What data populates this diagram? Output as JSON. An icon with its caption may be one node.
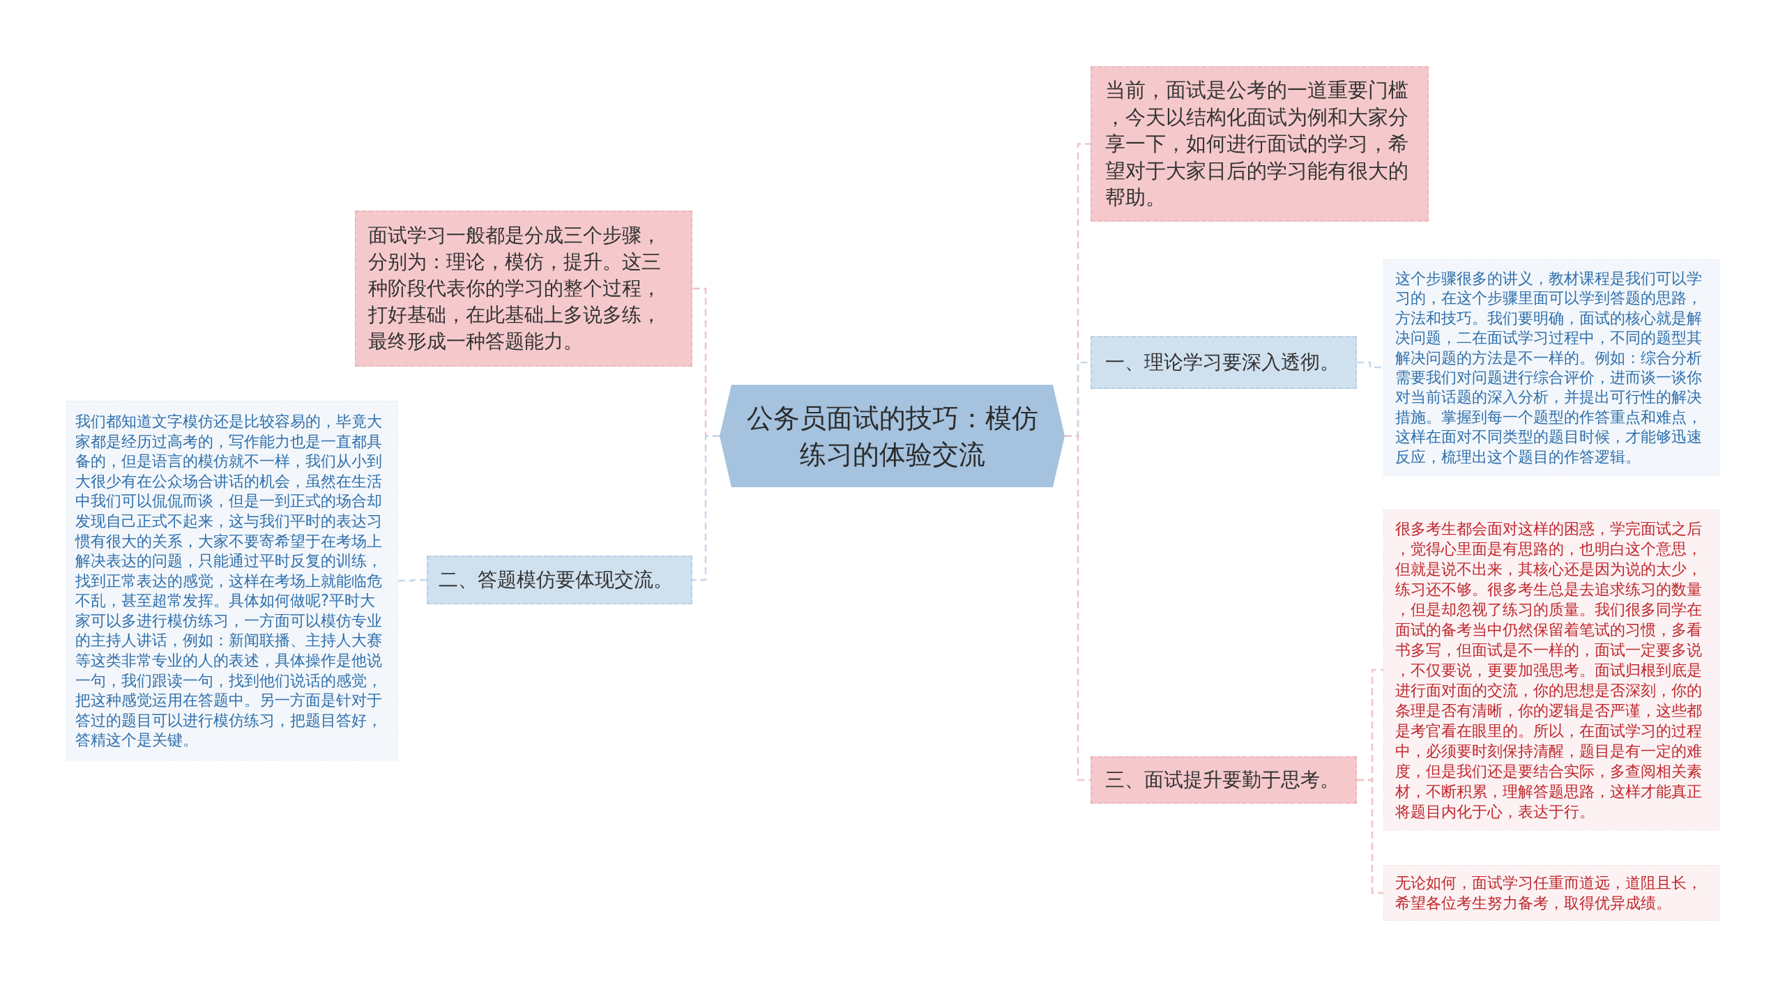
{
  "diagram": {
    "nodes": [
      {
        "text": [
          "公务员面试的技巧：模仿练习的体验交流"
        ]
      },
      {
        "text": [
          "面试学习一般都是分成三个步骤，分别为：理论，模仿，提升。这三种阶段代表你的学习的整个过程，打好基础，在此基础上多说多练，最终形成一种答题能力。"
        ]
      },
      {
        "text": [
          "二、答题模仿要体现交流。"
        ]
      },
      {
        "text": [
          "我们都知道文字模仿还是比较容易的，毕竟大家都是经历过高考的，写作能力也是一直都具备的，但是语言的模仿就不一样，我们从小到大很少有在公众场合讲话的机会，虽然在生活中我们可以侃侃而谈，但是一到正式的场合却发现自己正式不起来，这与我们平时的表达习惯有很大的关系，大家不要寄希望于在考场上解决表达的问题，只能通过平时反复的训练，找到正常表达的感觉，这样在考场上就能临危不乱，甚至超常发挥。具体如何做呢?平时大家可以多进行模仿练习，一方面可以模仿专业的主持人讲话，例如：新闻联播、主持人大赛等这类非常专业的人的表述，具体操作是他说一句，我们跟读一句，找到他们说话的感觉，把这种感觉运用在答题中。另一方面是针对于答过的题目可以进行模仿练习，把题目答好，答精这个是关键。"
        ]
      },
      {
        "text": [
          "当前，面试是公考的一道重要门槛，今天以结构化面试为例和大家分享一下，如何进行面试的学习，希望对于大家日后的学习能有很大的帮助。"
        ]
      },
      {
        "text": [
          "一、理论学习要深入透彻。"
        ]
      },
      {
        "text": [
          "这个步骤很多的讲义，教材课程是我们可以学习的，在这个步骤里面可以学到答题的思路，方法和技巧。我们要明确，面试的核心就是解决问题，二在面试学习过程中，不同的题型其解决问题的方法是不一样的。例如：综合分析需要我们对问题进行综合评价，进而谈一谈你对当前话题的深入分析，并提出可行性的解决措施。掌握到每一个题型的作答重点和难点，这样在面对不同类型的题目时候，才能够迅速反应，梳理出这个题目的作答逻辑。"
        ]
      },
      {
        "text": [
          "三、面试提升要勤于思考。"
        ]
      },
      {
        "text": [
          "很多考生都会面对这样的困惑，学完面试之后，觉得心里面是有思路的，也明白这个意思，但就是说不出来，其核心还是因为说的太少，练习还不够。很多考生总是去追求练习的数量，但是却忽视了练习的质量。我们很多同学在面试的备考当中仍然保留着笔试的习惯，多看书多写，但面试是不一样的，面试一定要多说，不仅要说，更要加强思考。面试归根到底是进行面对面的交流，你的思想是否深刻，你的条理是否有清晰，你的逻辑是否严谨，这些都是考官看在眼里的。所以，在面试学习的过程中，必须要时刻保持清醒，题目是有一定的难度，但是我们还是要结合实际，多查阅相关素材，不断积累，理解答题思路，这样才能真正将题目内化于心，表达于行。"
        ]
      },
      {
        "text": [
          "无论如何，面试学习任重而道远，道阻且长，希望各位考生努力备考，取得优异成绩。"
        ]
      }
    ],
    "edges": [
      {
        "from": 0,
        "to": 1,
        "arrow": "none"
      },
      {
        "from": 0,
        "to": 2,
        "arrow": "none",
        "color": "#c5d8ea"
      },
      {
        "from": 2,
        "to": 3,
        "arrow": "none",
        "color": "#c5d8ea"
      },
      {
        "from": 0,
        "to": 4,
        "arrow": "none"
      },
      {
        "from": 0,
        "to": 5,
        "arrow": "none",
        "color": "#c5d8ea"
      },
      {
        "from": 5,
        "to": 6,
        "arrow": "none",
        "color": "#c5d8ea"
      },
      {
        "from": 0,
        "to": 7,
        "arrow": "none"
      },
      {
        "from": 7,
        "to": 8,
        "arrow": "none"
      },
      {
        "from": 7,
        "to": 9,
        "arrow": "none"
      }
    ]
  }
}
